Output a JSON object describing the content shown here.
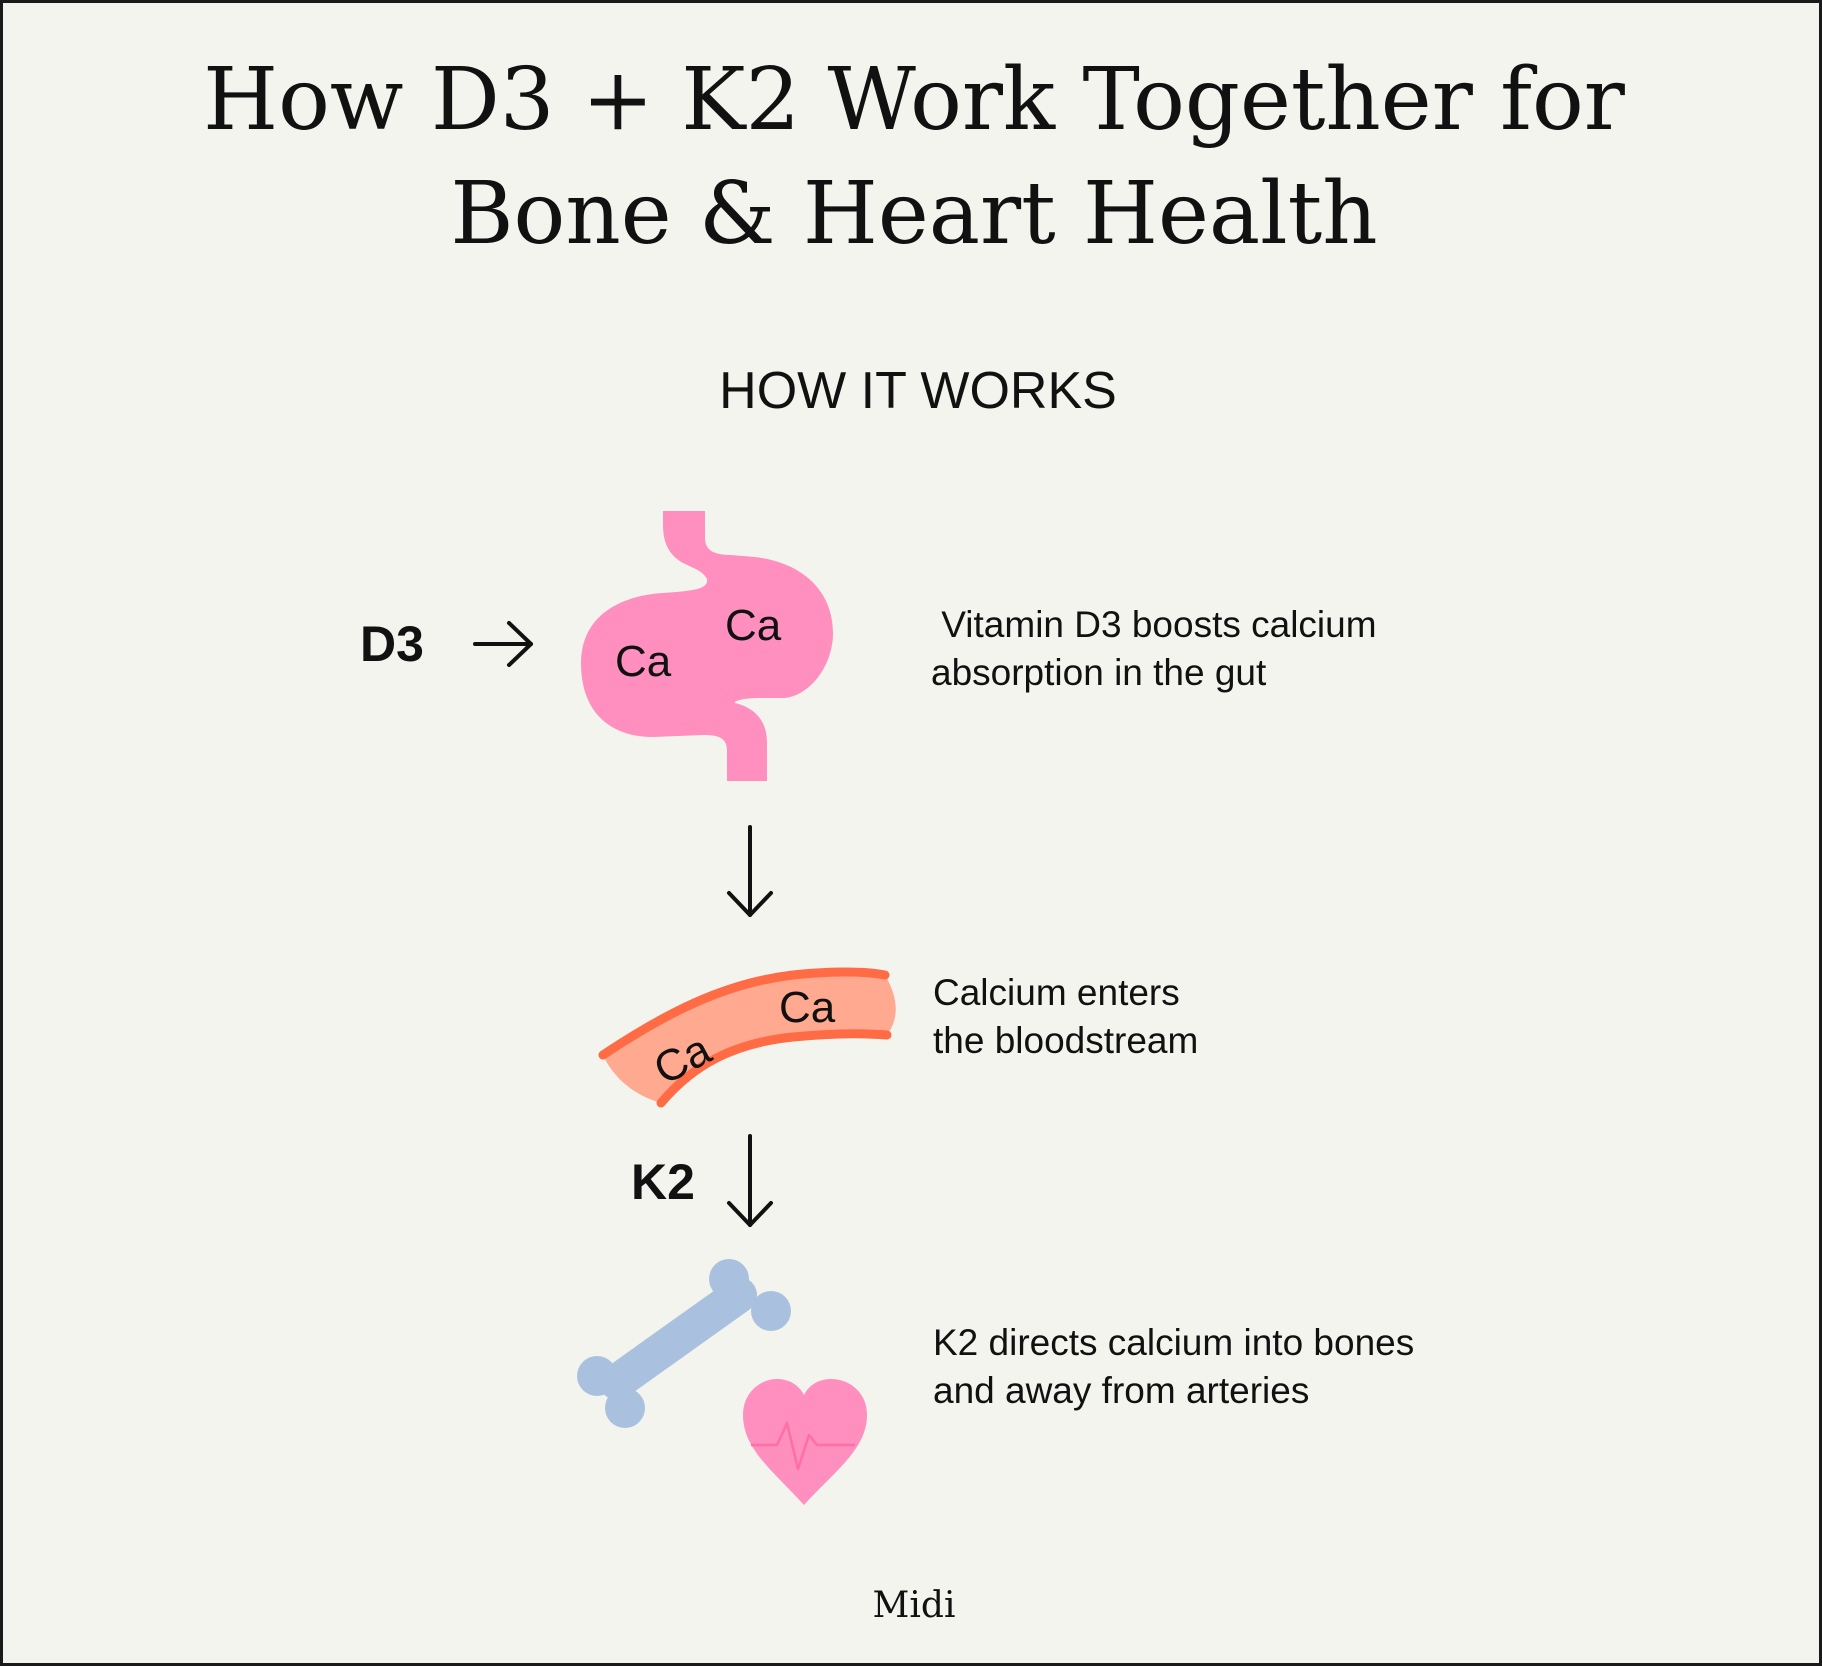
{
  "title": {
    "line1": "How D3 + K2 Work Together for",
    "line2": "Bone & Heart Health"
  },
  "section_heading": "HOW IT WORKS",
  "steps": [
    {
      "label": "D3",
      "arrow": "→",
      "icon": "stomach-icon",
      "badges": [
        "Ca",
        "Ca"
      ],
      "description": [
        " Vitamin D3 boosts calcium",
        "absorption in the gut"
      ]
    },
    {
      "icon": "blood-vessel-icon",
      "badges": [
        "Ca",
        "Ca"
      ],
      "description": [
        "Calcium enters",
        "the bloodstream"
      ]
    },
    {
      "label": "K2",
      "icons": [
        "bone-icon",
        "heart-icon"
      ],
      "description": [
        "K2 directs calcium into bones",
        "and away from arteries"
      ]
    }
  ],
  "connectors": [
    "↓",
    "↓"
  ],
  "logo": "Midi",
  "colors": {
    "background": "#f3f4ee",
    "stomach": "#ff8fbf",
    "vessel_fill": "#ffaa90",
    "vessel_wall": "#ff6b45",
    "bone": "#a9c1df",
    "heart": "#ff8fbf",
    "heart_line": "#ff6fa4"
  }
}
